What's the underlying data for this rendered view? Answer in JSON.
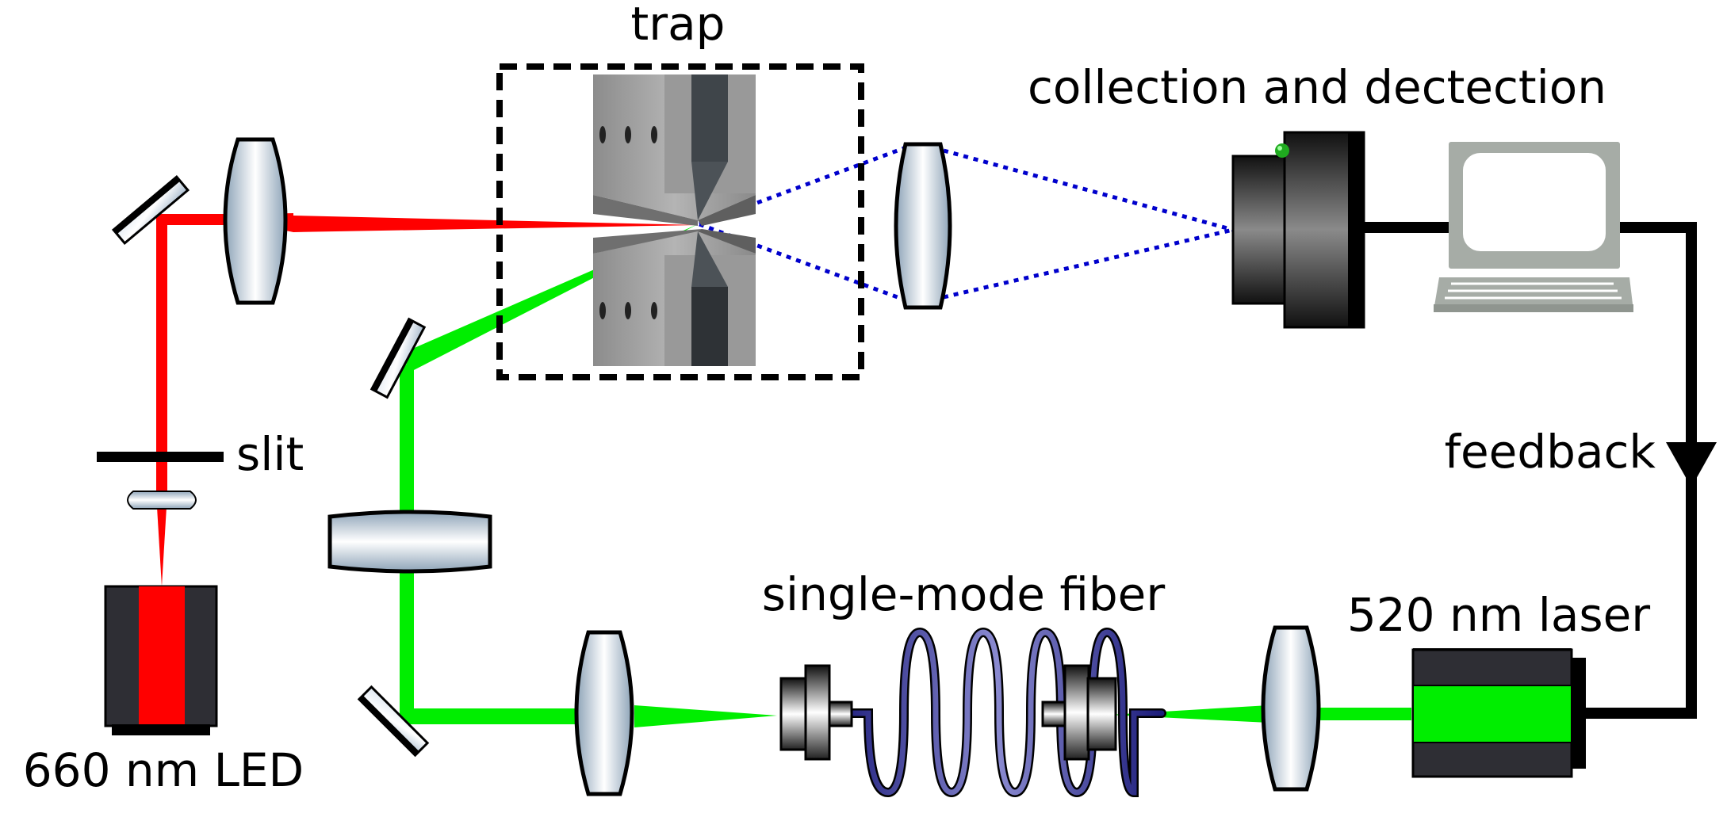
{
  "labels": {
    "trap": "trap",
    "collection": "collection and dectection",
    "slit": "slit",
    "feedback": "feedback",
    "fiber": "single-mode fiber",
    "laser": "520 nm laser",
    "led": "660 nm LED"
  },
  "colors": {
    "red_beam": "#ff0000",
    "green_beam": "#00ee00",
    "blue_dotted": "#0000cc",
    "feedback_line": "#000000",
    "optic_outline": "#000000",
    "trap_box": "#000000"
  },
  "icons": [
    "lens-icon",
    "mirror-icon",
    "slit-icon",
    "led-source-icon",
    "laser-source-icon",
    "fiber-coil-icon",
    "fiber-coupler-icon",
    "trap-electrodes-icon",
    "camera-detector-icon",
    "computer-icon",
    "arrow-down-icon"
  ]
}
